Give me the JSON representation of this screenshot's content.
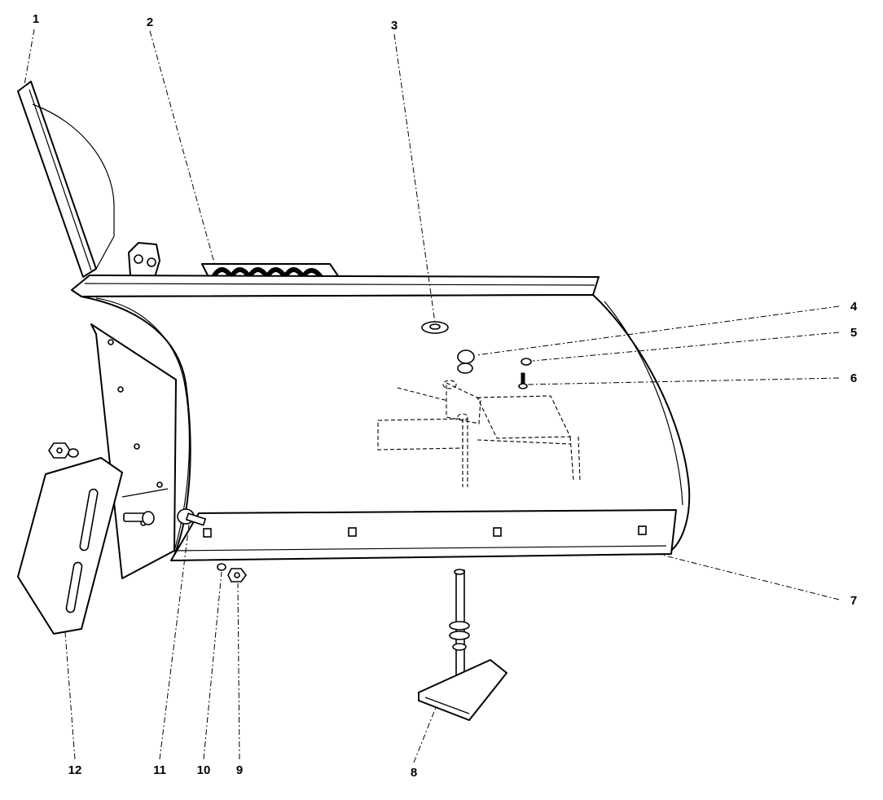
{
  "diagram": {
    "callouts": {
      "c1": "1",
      "c2": "2",
      "c3": "3",
      "c4": "4",
      "c5": "5",
      "c6": "6",
      "c7": "7",
      "c8": "8",
      "c9": "9",
      "c10": "10",
      "c11": "11",
      "c12": "12"
    },
    "line_color": "#000000",
    "background_color": "#ffffff"
  }
}
